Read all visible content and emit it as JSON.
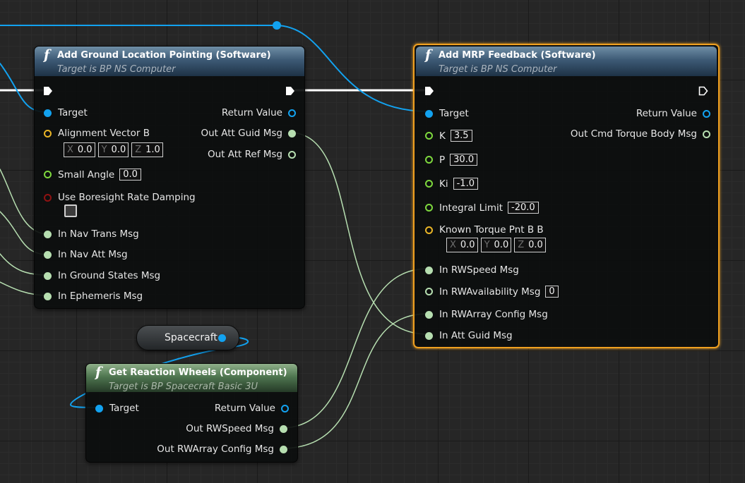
{
  "node_ground": {
    "title": "Add Ground Location Pointing (Software)",
    "subtitle": "Target is BP NS Computer",
    "inputs": {
      "target": "Target",
      "alignment_vector": "Alignment Vector B",
      "alignment_x_axis": "X",
      "alignment_x": "0.0",
      "alignment_y_axis": "Y",
      "alignment_y": "0.0",
      "alignment_z_axis": "Z",
      "alignment_z": "1.0",
      "small_angle": "Small Angle",
      "small_angle_value": "0.0",
      "boresight_damping": "Use Boresight Rate Damping",
      "nav_trans": "In Nav Trans Msg",
      "nav_att": "In Nav Att Msg",
      "ground_states": "In Ground States Msg",
      "ephemeris": "In Ephemeris Msg"
    },
    "outputs": {
      "return_value": "Return Value",
      "att_guid": "Out Att Guid Msg",
      "att_ref": "Out Att Ref Msg"
    }
  },
  "node_mrp": {
    "title": "Add MRP Feedback (Software)",
    "subtitle": "Target is BP NS Computer",
    "inputs": {
      "target": "Target",
      "k": "K",
      "k_value": "3.5",
      "p": "P",
      "p_value": "30.0",
      "ki": "Ki",
      "ki_value": "-1.0",
      "integral_limit": "Integral Limit",
      "integral_limit_value": "-20.0",
      "known_torque": "Known Torque Pnt B B",
      "torque_x_axis": "X",
      "torque_x": "0.0",
      "torque_y_axis": "Y",
      "torque_y": "0.0",
      "torque_z_axis": "Z",
      "torque_z": "0.0",
      "rw_speed": "In RWSpeed Msg",
      "rw_availability": "In RWAvailability Msg",
      "rw_availability_value": "0",
      "rw_array_config": "In RWArray Config Msg",
      "att_guid": "In Att Guid Msg"
    },
    "outputs": {
      "return_value": "Return Value",
      "cmd_torque": "Out Cmd Torque Body Msg"
    }
  },
  "node_wheels": {
    "title": "Get Reaction Wheels (Component)",
    "subtitle": "Target is BP Spacecraft Basic 3U",
    "inputs": {
      "target": "Target"
    },
    "outputs": {
      "return_value": "Return Value",
      "rw_speed": "Out RWSpeed Msg",
      "rw_array_config": "Out RWArray Config Msg"
    }
  },
  "var_spacecraft": {
    "label": "Spacecraft"
  },
  "colors": {
    "object_pin": "#12a2f0",
    "struct_pin": "#b6deb0",
    "float_pin": "#7ed83e",
    "vector_pin": "#eab526",
    "bool_pin": "#8f1212",
    "exec_wire": "#ffffff",
    "selection": "#f0a020",
    "function_header": "#3d5a75",
    "pure_function_header": "#4f7650"
  },
  "icons": {
    "function": "function-f-icon",
    "exec": "exec-arrow-icon"
  }
}
